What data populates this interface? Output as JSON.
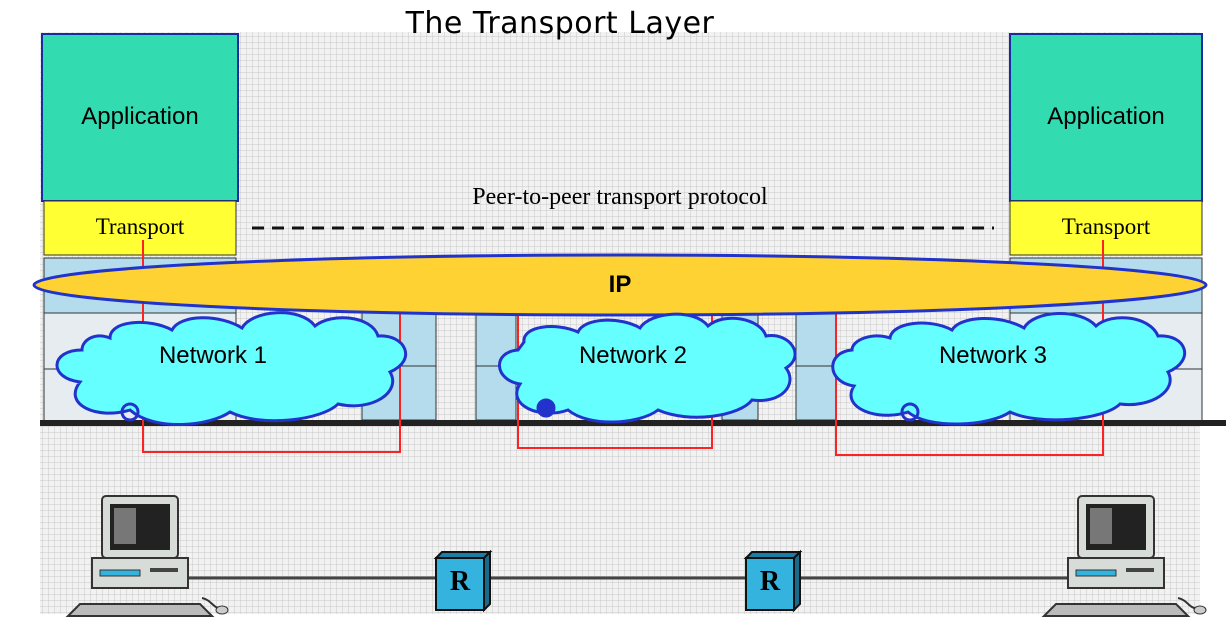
{
  "title": "The Transport Layer",
  "hosts": [
    {
      "application_label": "Application",
      "transport_label": "Transport"
    },
    {
      "application_label": "Application",
      "transport_label": "Transport"
    }
  ],
  "peer_label": "Peer-to-peer transport protocol",
  "ip_label": "IP",
  "networks": [
    {
      "label": "Network 1"
    },
    {
      "label": "Network 2"
    },
    {
      "label": "Network 3"
    }
  ],
  "routers": [
    {
      "label": "R"
    },
    {
      "label": "R"
    }
  ],
  "colors": {
    "application": "#33dbb0",
    "transport": "#ffff33",
    "ip_ellipse": "#ffd233",
    "cloud": "#66ffff",
    "layer_box": "#b5dcec",
    "red_link": "#ff2222",
    "blue_outline": "#2233cc",
    "router": "#33b3dd"
  }
}
